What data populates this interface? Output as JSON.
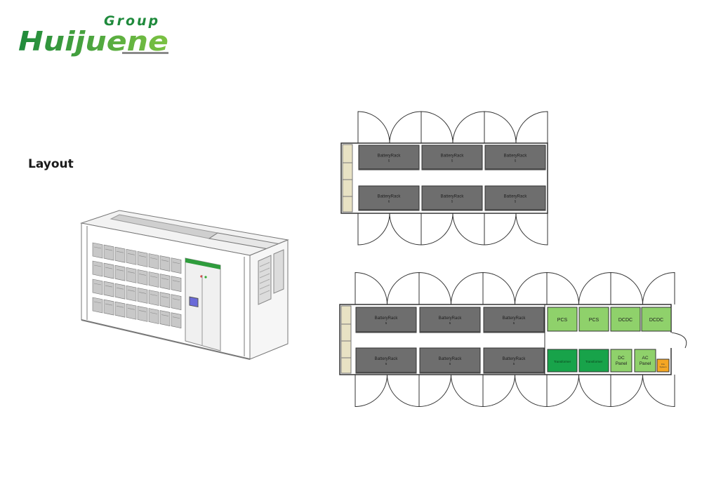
{
  "logo": {
    "group_text": "Group",
    "brand_text": "Huijuene"
  },
  "heading": "Layout",
  "plan_top": {
    "racks_top": [
      {
        "label": "BatteryRack",
        "sub": "5"
      },
      {
        "label": "BatteryRack",
        "sub": "5"
      },
      {
        "label": "BatteryRack",
        "sub": "5"
      }
    ],
    "racks_bottom": [
      {
        "label": "BatteryRack",
        "sub": "6"
      },
      {
        "label": "BatteryRack",
        "sub": "5"
      },
      {
        "label": "BatteryRack",
        "sub": "5"
      }
    ]
  },
  "plan_bottom": {
    "racks_top": [
      {
        "label": "BatteryRack",
        "sub": "5"
      },
      {
        "label": "BatteryRack",
        "sub": "5"
      },
      {
        "label": "BatteryRack",
        "sub": "5"
      }
    ],
    "racks_bottom": [
      {
        "label": "BatteryRack",
        "sub": "6"
      },
      {
        "label": "BatteryRack",
        "sub": "5"
      },
      {
        "label": "BatteryRack",
        "sub": "5"
      }
    ],
    "power_top": [
      "PCS",
      "PCS",
      "DCDC",
      "DCDC"
    ],
    "transformers": [
      "Transformer",
      "Transformer"
    ],
    "dc_panel": [
      "DC",
      "Panel"
    ],
    "ac_panel": [
      "AC",
      "Panel"
    ],
    "fire": [
      "Fire",
      "System"
    ]
  },
  "colors": {
    "rack": "#6e6e6e",
    "light_green": "#8fd16b",
    "dark_green": "#18a34a",
    "orange": "#f5a623",
    "logo_green_dark": "#1f8a3c",
    "logo_green_light": "#7cc242",
    "logo_gray": "#8a8a8a"
  }
}
